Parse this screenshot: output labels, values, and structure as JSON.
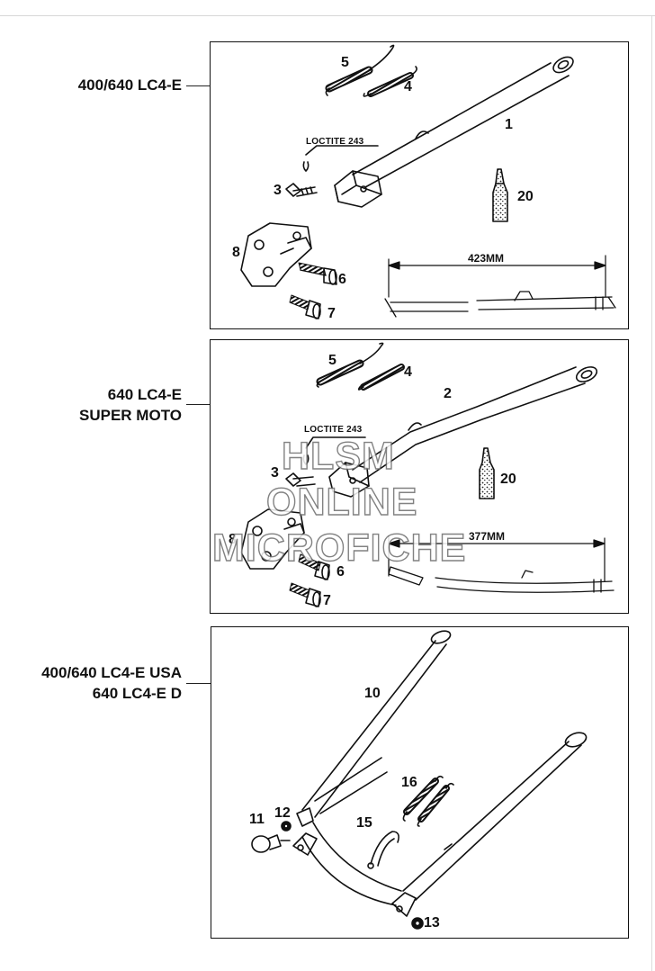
{
  "sections": [
    {
      "model_lines": [
        "400/640 LC4-E"
      ],
      "loctite": "LOCTITE 243",
      "dimension": "423MM"
    },
    {
      "model_lines": [
        "640 LC4-E",
        "SUPER MOTO"
      ],
      "loctite": "LOCTITE 243",
      "dimension": "377MM"
    },
    {
      "model_lines": [
        "400/640 LC4-E USA",
        "640 LC4-E D"
      ]
    }
  ],
  "part_numbers": {
    "s1": [
      "5",
      "4",
      "1",
      "3",
      "20",
      "8",
      "6",
      "7"
    ],
    "s2": [
      "5",
      "4",
      "2",
      "3",
      "20",
      "8",
      "6",
      "7"
    ],
    "s3": [
      "10",
      "16",
      "15",
      "11",
      "12",
      "13"
    ]
  },
  "watermark": [
    "HLSM",
    "ONLINE",
    "MICROFICHE"
  ]
}
